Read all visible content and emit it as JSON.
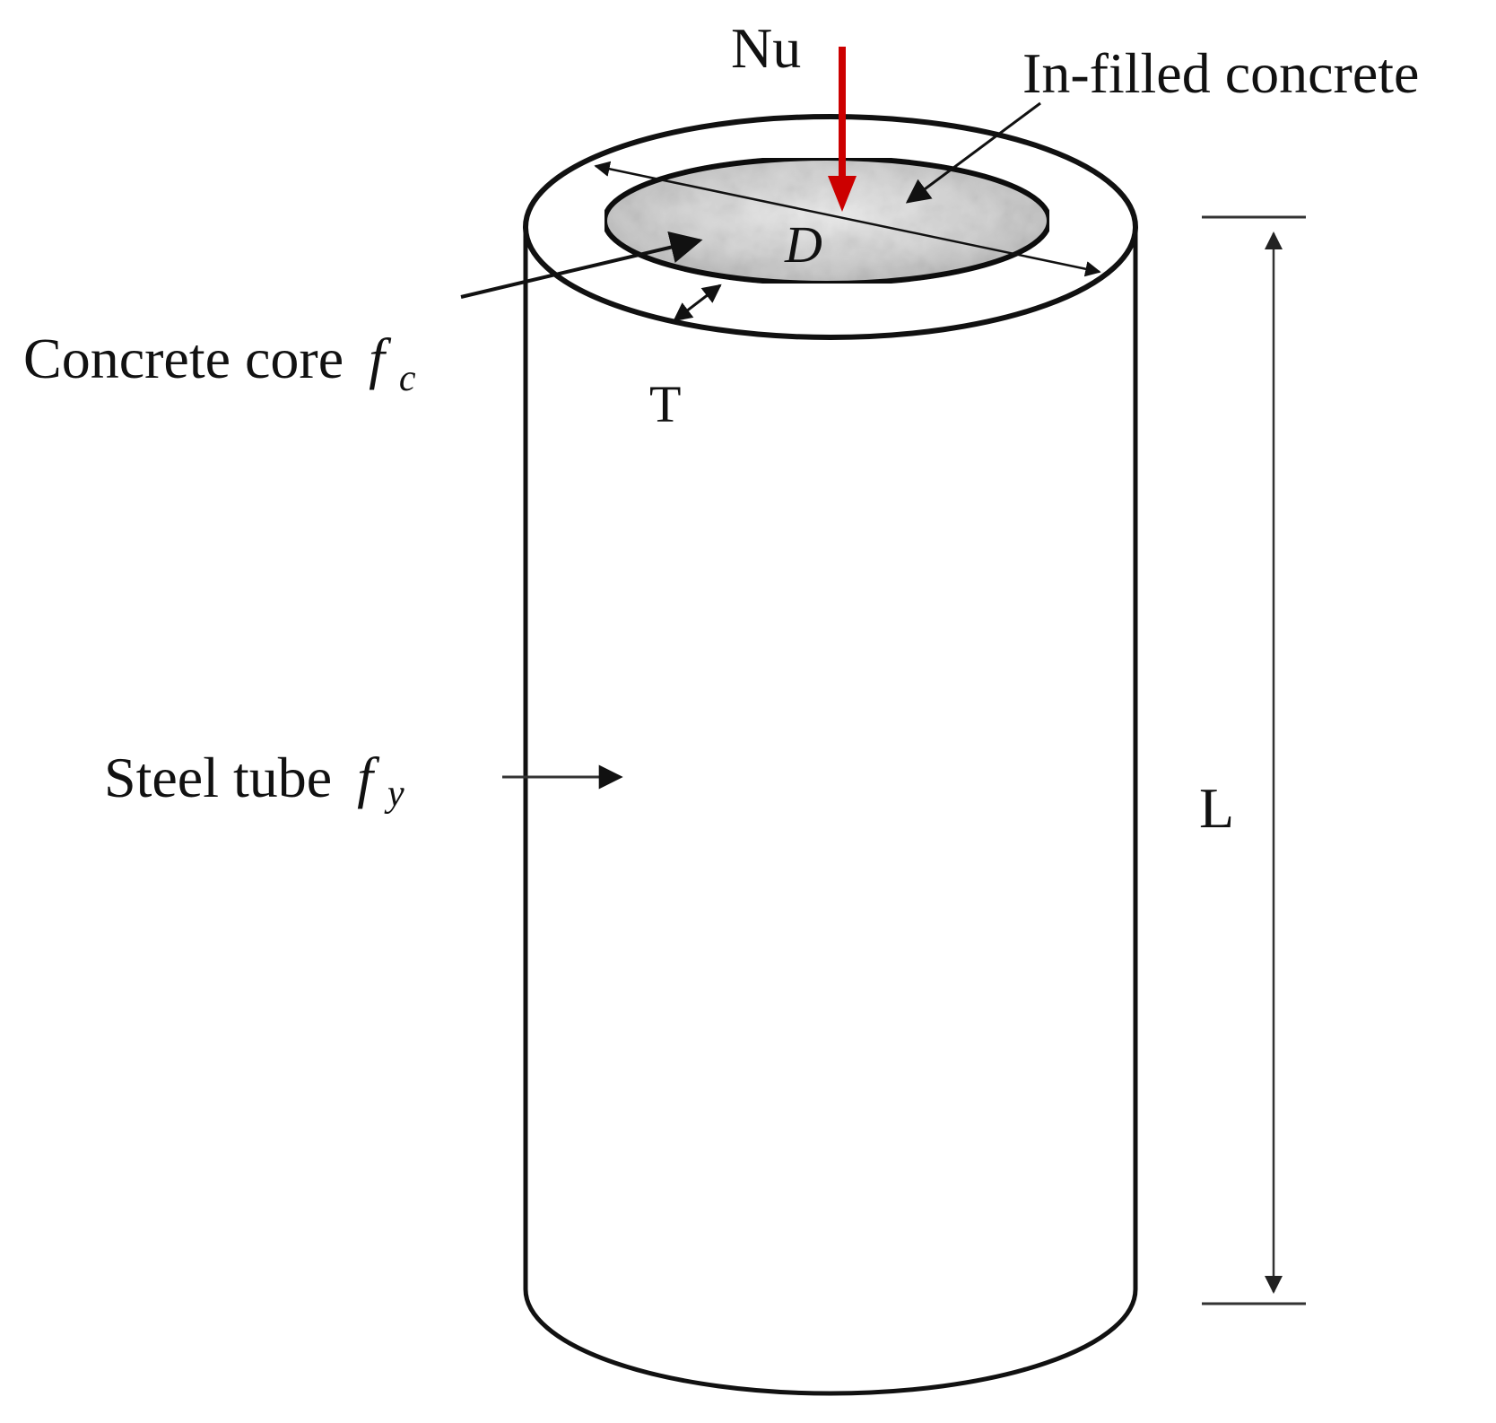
{
  "labels": {
    "load": "Nu",
    "infilled": "In-filled concrete",
    "diameter": "D",
    "core": "Concrete core",
    "core_symbol_base": "f",
    "core_symbol_sub": "c",
    "thickness": "T",
    "tube": "Steel tube",
    "tube_symbol_base": "f",
    "tube_symbol_sub": "y",
    "length": "L"
  },
  "colors": {
    "outline": "#111111",
    "load_arrow": "#cc0000",
    "concrete_fill": "#d9d9d9",
    "dimension_line": "#333333"
  }
}
